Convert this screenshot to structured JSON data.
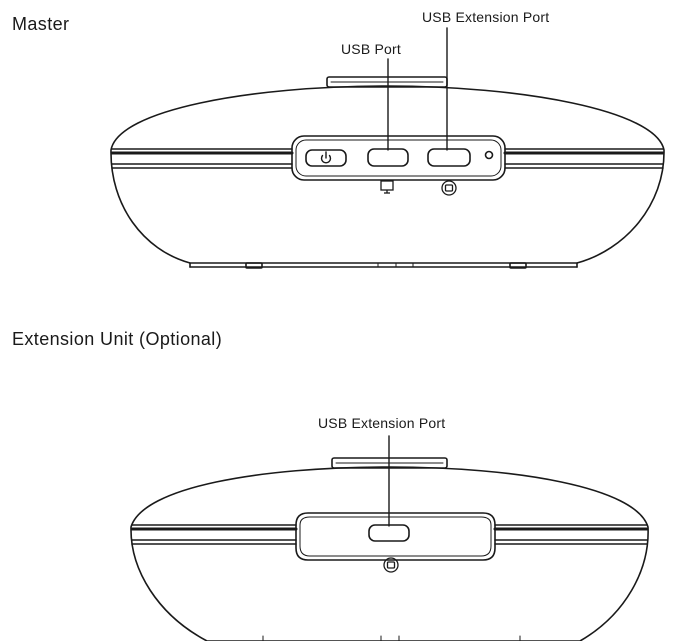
{
  "master": {
    "title": "Master",
    "callouts": {
      "usb_port": "USB Port",
      "usb_extension_port": "USB Extension Port"
    }
  },
  "extension": {
    "title": "Extension Unit (Optional)",
    "callouts": {
      "usb_extension_port": "USB Extension Port"
    }
  },
  "icons": [
    "power-icon",
    "computer-icon",
    "extension-icon"
  ],
  "colors": {
    "line": "#1a1a1a",
    "background": "#ffffff"
  }
}
